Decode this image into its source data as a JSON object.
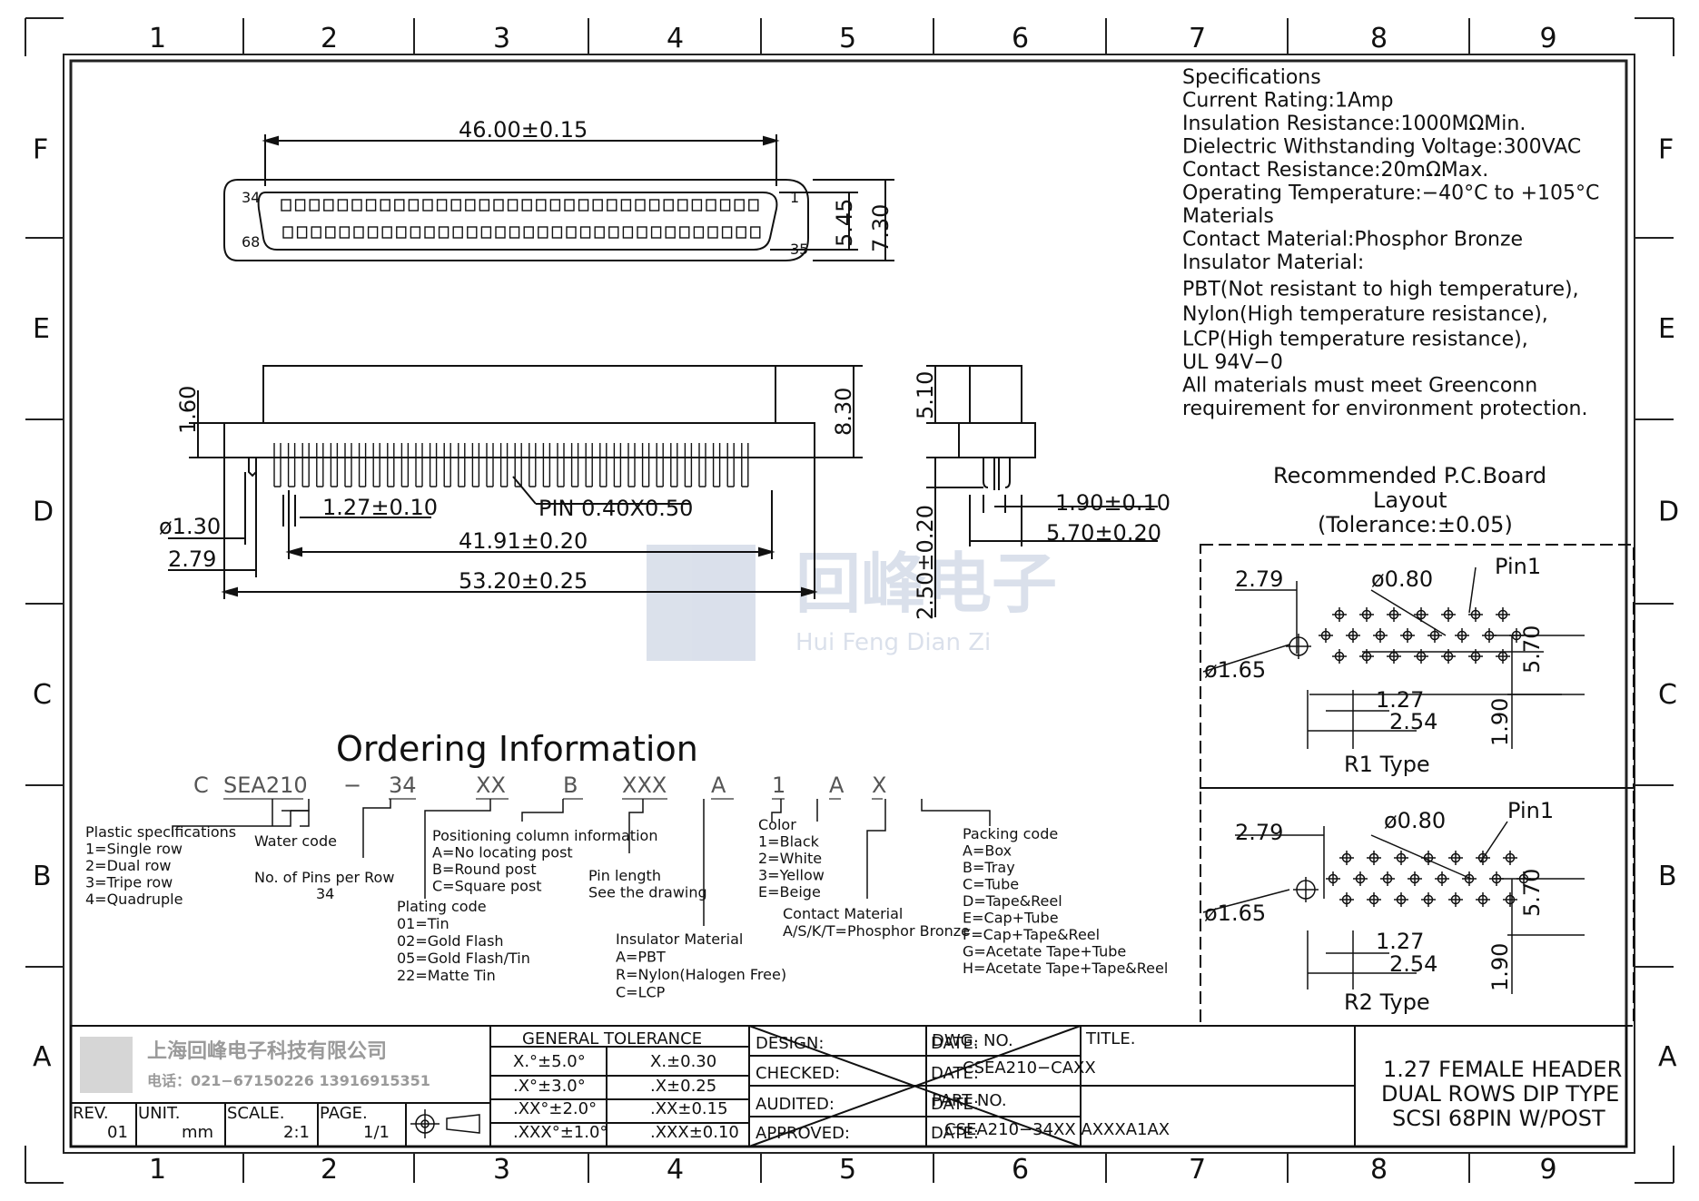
{
  "border": {
    "columns": [
      "1",
      "2",
      "3",
      "4",
      "5",
      "6",
      "7",
      "8",
      "9"
    ],
    "rows_left": [
      "F",
      "E",
      "D",
      "C",
      "B",
      "A"
    ],
    "rows_right": [
      "F",
      "E",
      "D",
      "C",
      "B",
      "A"
    ]
  },
  "watermark": {
    "title": "回峰电子",
    "subtitle": "Hui Feng Dian Zi"
  },
  "top_view": {
    "width_dim": "46.00±0.15",
    "pin_labels": {
      "top_left": "34",
      "top_right": "1",
      "bottom_left": "68",
      "bottom_right": "35"
    },
    "height_inner": "5.45",
    "height_outer": "7.30"
  },
  "front_view": {
    "d160": "1.60",
    "d830": "8.30",
    "pitch": "1.27±0.10",
    "pin": "PIN  0.40X0.50",
    "post_dia": "ø1.30",
    "d279": "2.79",
    "d4191": "41.91±0.20",
    "d5320": "53.20±0.25"
  },
  "side_view": {
    "d510": "5.10",
    "d250": "2.50±0.20",
    "d190": "1.90±0.10",
    "d570": "5.70±0.20"
  },
  "specifications": [
    "Specifications",
    "Current  Rating:1Amp",
    "Insulation  Resistance:1000MΩMin.",
    "Dielectric  Withstanding  Voltage:300VAC",
    "Contact  Resistance:20mΩMax.",
    "Operating  Temperature:−40°C  to  +105°C",
    "Materials",
    "Contact  Material:Phosphor  Bronze",
    "Insulator  Material:",
    "PBT(Not  resistant  to  high  temperature),",
    "Nylon(High  temperature  resistance),",
    "LCP(High  temperature  resistance),",
    "UL  94V−0",
    "All  materials  must  meet  Greenconn",
    "requirement  for  environment  protection."
  ],
  "pcb": {
    "title_lines": [
      "Recommended  P.C.Board",
      "Layout",
      "(Tolerance:±0.05)"
    ],
    "r1": {
      "d279": "2.79",
      "hole": "ø0.80",
      "pin1": "Pin1",
      "post": "ø1.65",
      "d127": "1.27",
      "d254": "2.54",
      "d570": "5.70",
      "d190": "1.90",
      "label": "R1  Type"
    },
    "r2": {
      "d279": "2.79",
      "hole": "ø0.80",
      "pin1": "Pin1",
      "post": "ø1.65",
      "d127": "1.27",
      "d254": "2.54",
      "d570": "5.70",
      "d190": "1.90",
      "label": "R2  Type"
    }
  },
  "ordering": {
    "title": "Ordering  Information",
    "codes": [
      "C",
      "SEA210",
      "−",
      "34",
      "XX",
      "B",
      "XXX",
      "A",
      "1",
      "A",
      "X"
    ],
    "plastic": [
      "Plastic  specifications",
      "1=Single  row",
      "2=Dual  row",
      "3=Tripe  row",
      "4=Quadruple"
    ],
    "water": "Water  code",
    "pins": [
      "No. of Pins per Row",
      "34"
    ],
    "plating": [
      "Plating  code",
      "01=Tin",
      "02=Gold  Flash",
      "05=Gold  Flash/Tin",
      "22=Matte  Tin"
    ],
    "positioning": [
      "Positioning  column  information",
      "A=No  locating  post",
      "B=Round  post",
      "C=Square  post"
    ],
    "pin_length": [
      "Pin  length",
      "See  the  drawing"
    ],
    "insulator": [
      "Insulator  Material",
      "A=PBT",
      "R=Nylon(Halogen  Free)",
      "C=LCP"
    ],
    "color": [
      "Color",
      "1=Black",
      "2=White",
      "3=Yellow",
      "E=Beige"
    ],
    "contact": [
      "Contact  Material",
      "A/S/K/T=Phosphor  Bronze"
    ],
    "packing": [
      "Packing  code",
      "A=Box",
      "B=Tray",
      "C=Tube",
      "D=Tape&Reel",
      "E=Cap+Tube",
      "F=Cap+Tape&Reel",
      "G=Acetate  Tape+Tube",
      "H=Acetate  Tape+Tape&Reel"
    ]
  },
  "title_block": {
    "company": "上海回峰电子科技有限公司",
    "phone": "电话：021−67150226   13916915351",
    "rev_label": "REV.",
    "rev": "01",
    "unit_label": "UNIT.",
    "unit": "mm",
    "scale_label": "SCALE.",
    "scale": "2:1",
    "page_label": "PAGE.",
    "page": "1/1",
    "tolerance_header": "GENERAL  TOLERANCE",
    "tolerance": [
      [
        "X.°±5.0°",
        "X.±0.30"
      ],
      [
        ".X°±3.0°",
        ".X±0.25"
      ],
      [
        ".XX°±2.0°",
        ".XX±0.15"
      ],
      [
        ".XXX°±1.0°",
        ".XXX±0.10"
      ]
    ],
    "roles": [
      "DESIGN:",
      "CHECKED:",
      "AUDITED:",
      "APPROVED:"
    ],
    "date_label": "DATE:",
    "dwg_label": "DWG.  NO.",
    "dwg_no": "CSEA210−CAXX",
    "part_label": "PART  NO.",
    "part_no": "CSEA210−34XX  AXXXA1AX",
    "title_label": "TITLE.",
    "title_lines": [
      "1.27  FEMALE  HEADER",
      "DUAL  ROWS  DIP  TYPE",
      "SCSI  68PIN  W/POST"
    ]
  }
}
